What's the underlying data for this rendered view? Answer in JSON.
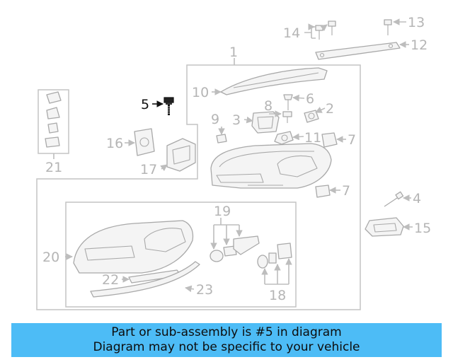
{
  "diagram": {
    "callouts": [
      {
        "id": "1",
        "label": "1"
      },
      {
        "id": "2",
        "label": "2"
      },
      {
        "id": "3",
        "label": "3"
      },
      {
        "id": "4",
        "label": "4"
      },
      {
        "id": "5",
        "label": "5"
      },
      {
        "id": "6",
        "label": "6"
      },
      {
        "id": "7a",
        "label": "7"
      },
      {
        "id": "7b",
        "label": "7"
      },
      {
        "id": "8",
        "label": "8"
      },
      {
        "id": "9",
        "label": "9"
      },
      {
        "id": "10",
        "label": "10"
      },
      {
        "id": "11",
        "label": "11"
      },
      {
        "id": "12",
        "label": "12"
      },
      {
        "id": "13",
        "label": "13"
      },
      {
        "id": "14",
        "label": "14"
      },
      {
        "id": "15",
        "label": "15"
      },
      {
        "id": "16",
        "label": "16"
      },
      {
        "id": "17",
        "label": "17"
      },
      {
        "id": "18",
        "label": "18"
      },
      {
        "id": "19",
        "label": "19"
      },
      {
        "id": "20",
        "label": "20"
      },
      {
        "id": "21",
        "label": "21"
      },
      {
        "id": "22",
        "label": "22"
      },
      {
        "id": "23",
        "label": "23"
      }
    ],
    "highlighted": "5",
    "colors": {
      "highlight": "#111111",
      "muted": "#b5b5b5",
      "banner": "#4dbcf6"
    }
  },
  "banner": {
    "line1": "Part or sub-assembly is #5 in diagram",
    "line2": "Diagram may not be specific to your vehicle"
  }
}
